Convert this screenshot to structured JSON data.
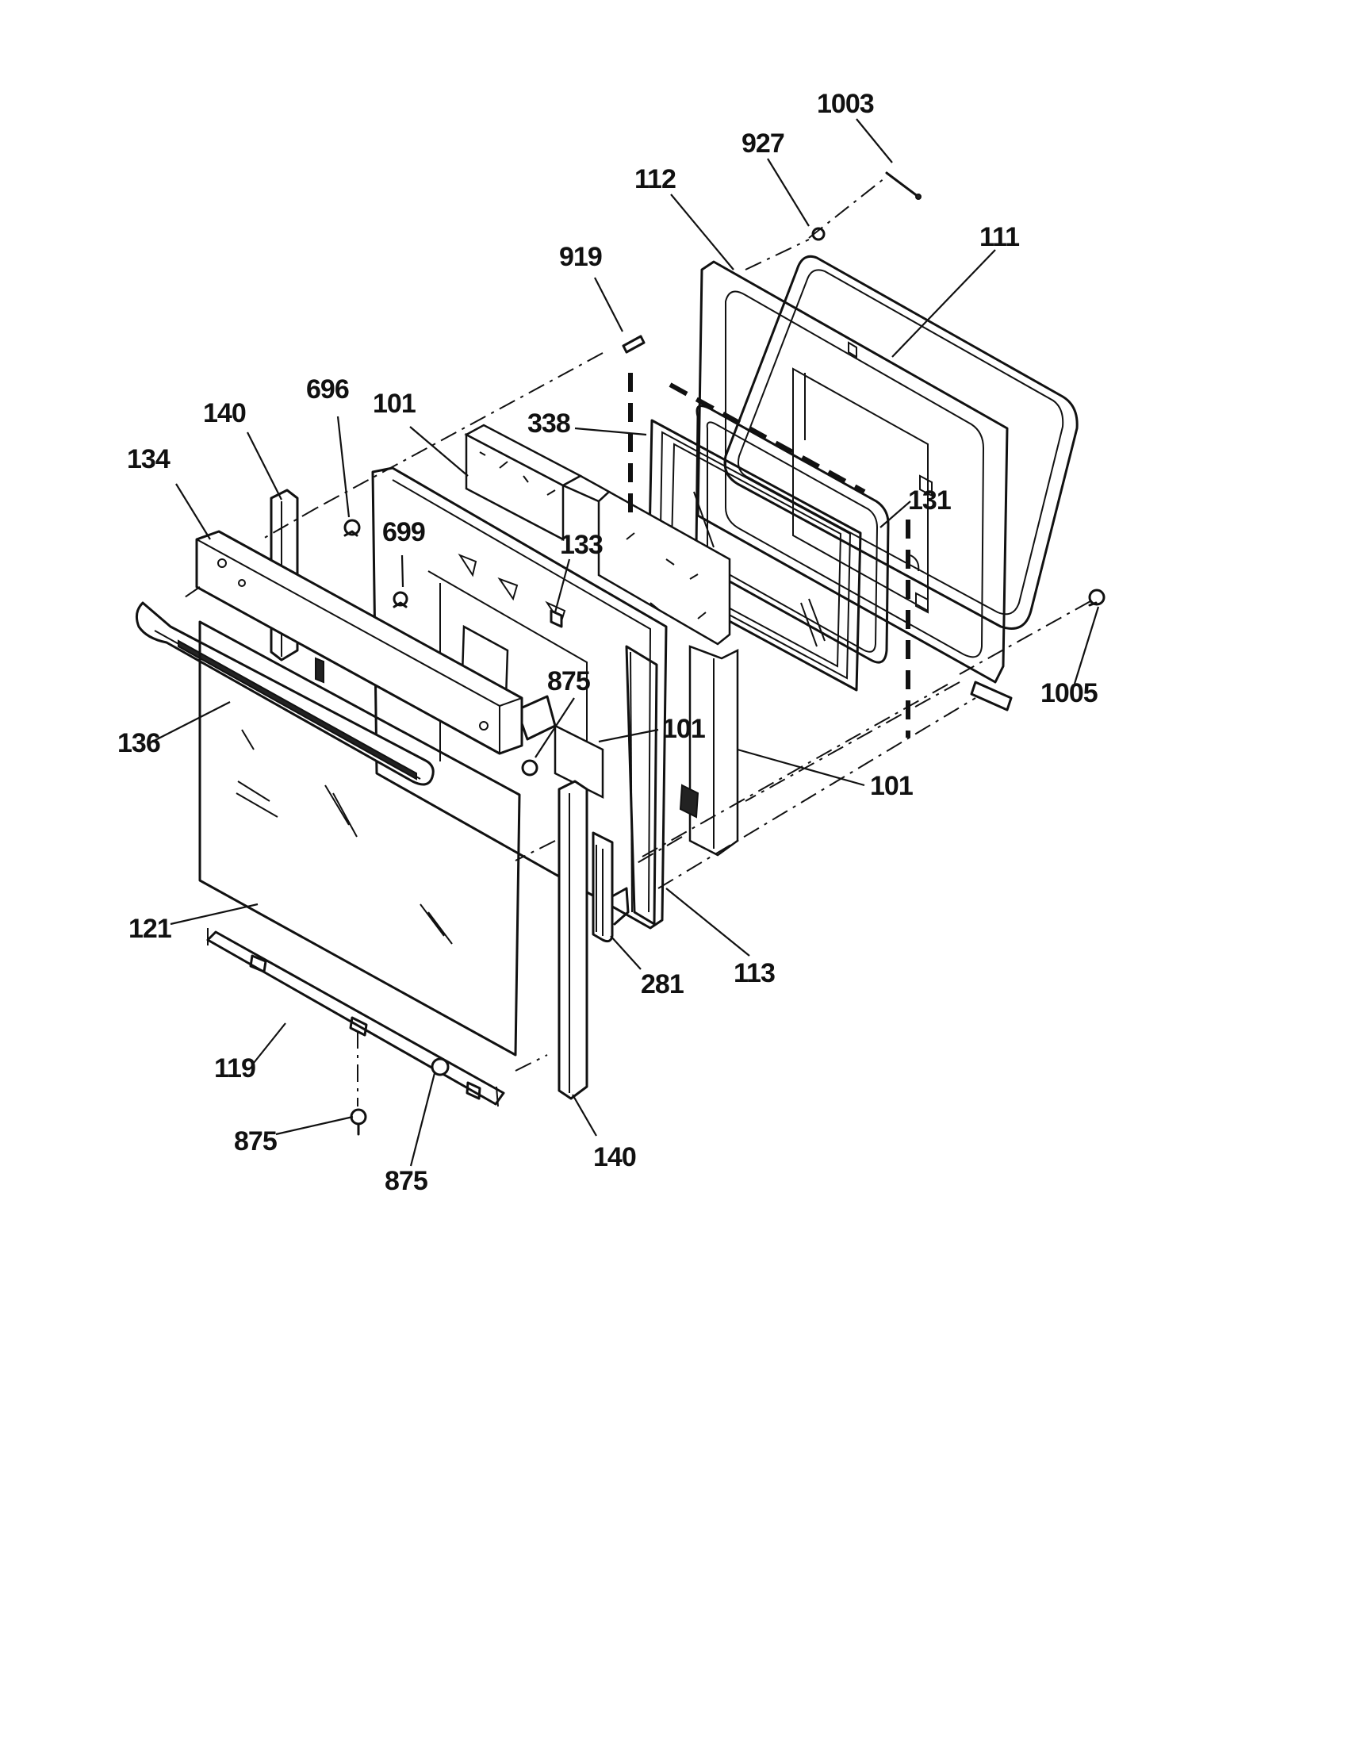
{
  "callouts": {
    "c1003": "1003",
    "c927": "927",
    "c112": "112",
    "c111": "111",
    "c919": "919",
    "c696": "696",
    "c101_top": "101",
    "c338": "338",
    "c140_top": "140",
    "c134": "134",
    "c699": "699",
    "c133": "133",
    "c131": "131",
    "c1005": "1005",
    "c875_mid": "875",
    "c101_mid": "101",
    "c136": "136",
    "c101_right": "101",
    "c121": "121",
    "c113": "113",
    "c281": "281",
    "c119": "119",
    "c875_bot_left": "875",
    "c875_bot": "875",
    "c140_bot": "140"
  }
}
